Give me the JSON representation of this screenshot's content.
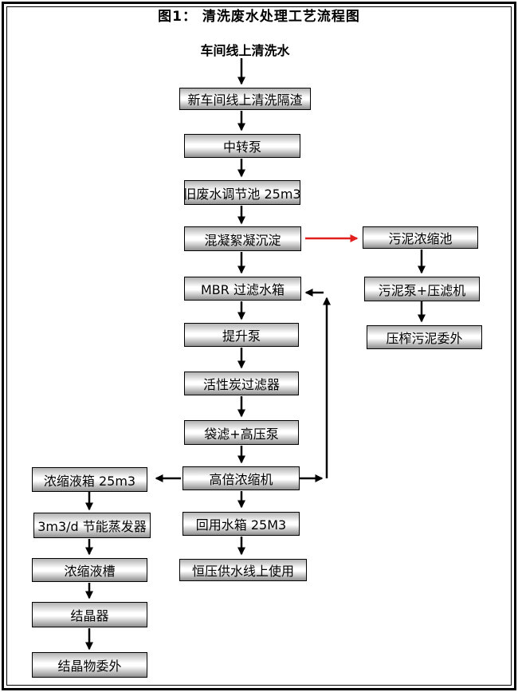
{
  "title": "图1： 清洗废水处理工艺流程图",
  "source_label": "车间线上清洗水",
  "main_column": {
    "nodes": [
      {
        "label": "新车间线上清洗隔渣"
      },
      {
        "label": "中转泵"
      },
      {
        "label": "旧废水调节池 25m3"
      },
      {
        "label": "混凝絮凝沉淀"
      },
      {
        "label": "MBR 过滤水箱"
      },
      {
        "label": "提升泵"
      },
      {
        "label": "活性炭过滤器"
      },
      {
        "label": "袋滤+高压泵"
      },
      {
        "label": "高倍浓缩机"
      },
      {
        "label": "回用水箱 25M3"
      },
      {
        "label": "恒压供水线上使用"
      }
    ]
  },
  "sludge_column": {
    "nodes": [
      {
        "label": "污泥浓缩池"
      },
      {
        "label": "污泥泵+压滤机"
      },
      {
        "label": "压榨污泥委外"
      }
    ]
  },
  "concentrate_column": {
    "nodes": [
      {
        "label": "浓缩液箱 25m3"
      },
      {
        "label": "3m3/d 节能蒸发器"
      },
      {
        "label": "浓缩液槽"
      },
      {
        "label": "结晶器"
      },
      {
        "label": "结晶物委外"
      }
    ]
  },
  "edges": [
    {
      "from": "车间线上清洗水",
      "to": "新车间线上清洗隔渣",
      "color": "black"
    },
    {
      "from": "新车间线上清洗隔渣",
      "to": "中转泵",
      "color": "black"
    },
    {
      "from": "中转泵",
      "to": "旧废水调节池 25m3",
      "color": "black"
    },
    {
      "from": "旧废水调节池 25m3",
      "to": "混凝絮凝沉淀",
      "color": "black"
    },
    {
      "from": "混凝絮凝沉淀",
      "to": "MBR 过滤水箱",
      "color": "black"
    },
    {
      "from": "混凝絮凝沉淀",
      "to": "污泥浓缩池",
      "color": "red"
    },
    {
      "from": "污泥浓缩池",
      "to": "污泥泵+压滤机",
      "color": "black"
    },
    {
      "from": "污泥泵+压滤机",
      "to": "压榨污泥委外",
      "color": "black"
    },
    {
      "from": "MBR 过滤水箱",
      "to": "提升泵",
      "color": "black"
    },
    {
      "from": "提升泵",
      "to": "活性炭过滤器",
      "color": "black"
    },
    {
      "from": "活性炭过滤器",
      "to": "袋滤+高压泵",
      "color": "black"
    },
    {
      "from": "袋滤+高压泵",
      "to": "高倍浓缩机",
      "color": "black"
    },
    {
      "from": "高倍浓缩机",
      "to": "MBR 过滤水箱",
      "color": "black"
    },
    {
      "from": "高倍浓缩机",
      "to": "浓缩液箱 25m3",
      "color": "black"
    },
    {
      "from": "高倍浓缩机",
      "to": "回用水箱 25M3",
      "color": "black"
    },
    {
      "from": "回用水箱 25M3",
      "to": "恒压供水线上使用",
      "color": "black"
    },
    {
      "from": "浓缩液箱 25m3",
      "to": "3m3/d 节能蒸发器",
      "color": "black"
    },
    {
      "from": "3m3/d 节能蒸发器",
      "to": "浓缩液槽",
      "color": "black"
    },
    {
      "from": "浓缩液槽",
      "to": "结晶器",
      "color": "black"
    },
    {
      "from": "结晶器",
      "to": "结晶物委外",
      "color": "black"
    }
  ],
  "colors": {
    "arrow": "#000000",
    "sludge_arrow": "#e1201e",
    "box_border": "#000000",
    "box_gradient_top": "#b2b2b2",
    "box_gradient_middle": "#ffffff",
    "box_gradient_bottom": "#8f8f8f",
    "page_border": "#000000",
    "background": "#ffffff"
  }
}
